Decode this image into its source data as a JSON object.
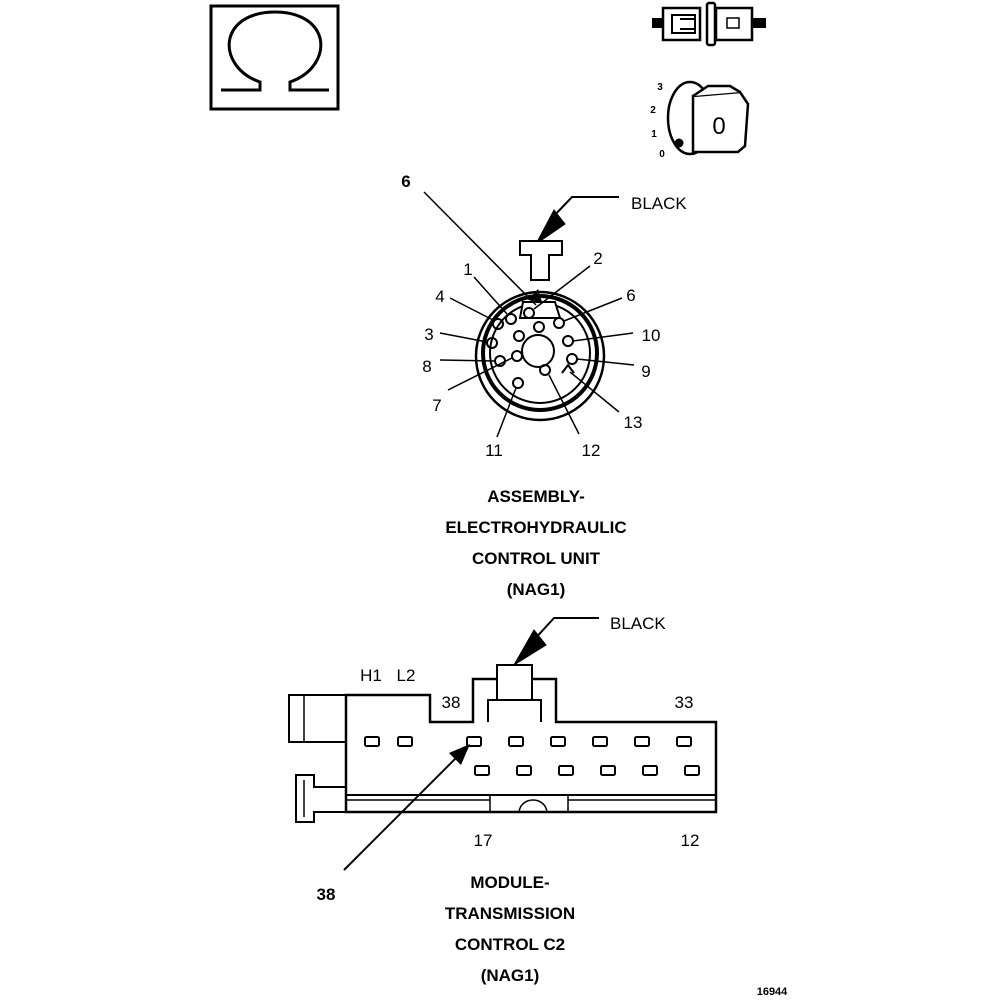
{
  "symbols": {
    "ohm_symbol": "Ω",
    "switch_key_position": "0",
    "switch_scale": [
      "3",
      "2",
      "1",
      "0"
    ]
  },
  "ehcu": {
    "callout_pin_6": "6",
    "color_label": "BLACK",
    "pin_labels_left": [
      "1",
      "4",
      "3",
      "8",
      "7",
      "11"
    ],
    "pin_labels_right": [
      "2",
      "6",
      "10",
      "9",
      "13",
      "12"
    ],
    "title_lines": [
      "ASSEMBLY-",
      "ELECTROHYDRAULIC",
      "CONTROL UNIT",
      "(NAG1)"
    ]
  },
  "tcm": {
    "color_label": "BLACK",
    "label_h1": "H1",
    "label_l2": "L2",
    "label_38_top": "38",
    "label_33": "33",
    "label_17": "17",
    "label_12": "12",
    "callout_38": "38",
    "title_lines": [
      "MODULE-",
      "TRANSMISSION",
      "CONTROL C2",
      "(NAG1)"
    ]
  },
  "figure_number": "16944"
}
